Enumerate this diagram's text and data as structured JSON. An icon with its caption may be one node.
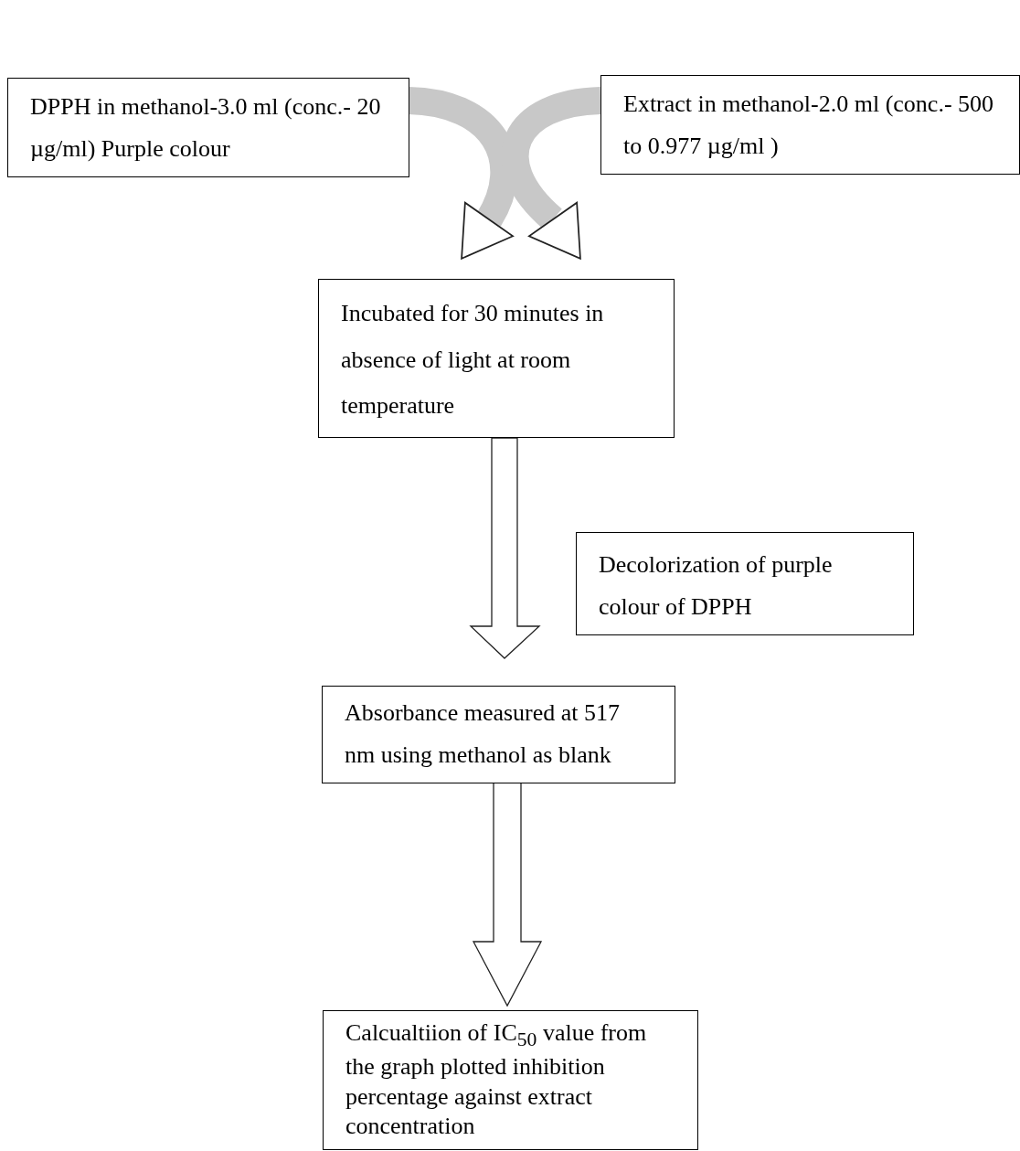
{
  "diagram": {
    "nodes": [
      {
        "text": [
          "DPPH in methanol-3.0 ml (conc.- 20 µg/ml) Purple colour"
        ]
      },
      {
        "text": [
          "Extract in methanol-2.0 ml (conc.- 500 to 0.977 µg/ml )"
        ]
      },
      {
        "text": [
          "Incubated for 30 minutes in absence of light at room temperature"
        ]
      },
      {
        "text": [
          "Decolorization of purple colour of DPPH"
        ]
      },
      {
        "text": [
          "Absorbance measured at 517 nm using methanol as blank"
        ]
      },
      {
        "text": [
          "Calcualtiion of IC$_{50}$ value from the graph plotted inhibition percentage against extract concentration"
        ]
      }
    ],
    "edges": [
      {
        "from": 0,
        "to": 2,
        "arrow": "to"
      },
      {
        "from": 1,
        "to": 2,
        "arrow": "to"
      },
      {
        "from": 2,
        "to": 4,
        "arrow": "to"
      },
      {
        "from": 4,
        "to": 5,
        "arrow": "to"
      }
    ]
  }
}
